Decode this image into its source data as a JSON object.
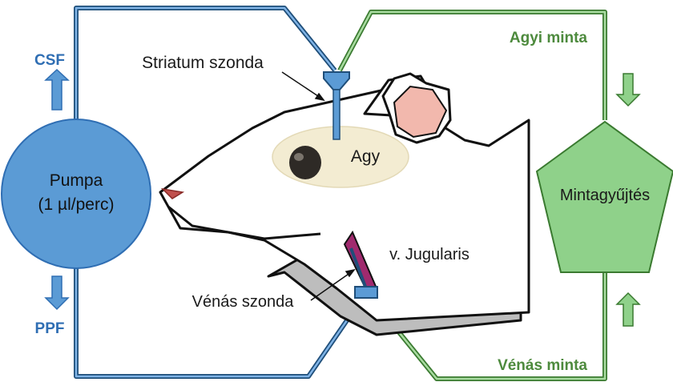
{
  "labels": {
    "csf": "CSF",
    "ppf": "PPF",
    "pump_line1": "Pumpa",
    "pump_line2": "(1 µl/perc)",
    "striatum_probe": "Striatum szonda",
    "brain": "Agy",
    "brain_sample": "Agyi minta",
    "collector": "Mintagyűjtés",
    "jugular": "v. Jugularis",
    "venous_probe": "Vénás szonda",
    "venous_sample": "Vénás minta"
  },
  "colors": {
    "blue_line": "#2f6eb3",
    "blue_fill": "#5b9bd5",
    "blue_dark": "#1f4e79",
    "green_line": "#4d8a3d",
    "green_fill": "#8fd18a",
    "green_dark": "#3a7a30",
    "brain_fill": "#f3ecd2",
    "ear_fill": "#f2b8ad",
    "vein_fill": "#a02a6e",
    "shadow_fill": "#bdbdbd"
  },
  "icons": {
    "arrow_up": "up-arrow-icon",
    "arrow_down": "down-arrow-icon"
  }
}
